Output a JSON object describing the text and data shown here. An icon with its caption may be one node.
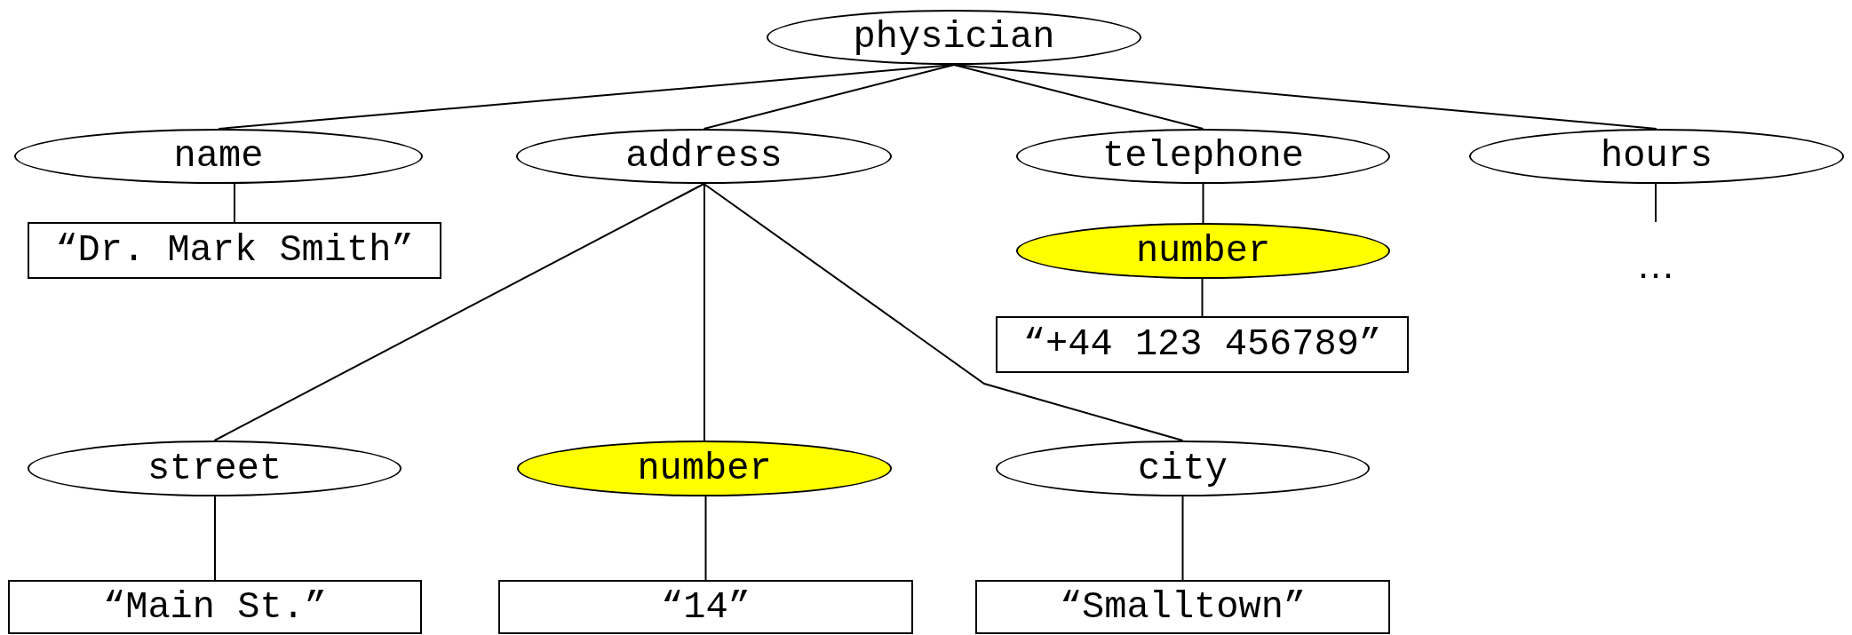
{
  "diagram": {
    "nodes": [
      {
        "text": [
          "physician"
        ]
      },
      {
        "text": [
          "name"
        ]
      },
      {
        "text": [
          "address"
        ]
      },
      {
        "text": [
          "telephone"
        ]
      },
      {
        "text": [
          "hours"
        ]
      },
      {
        "text": [
          "“Dr. Mark Smith”"
        ]
      },
      {
        "text": [
          "number"
        ]
      },
      {
        "text": [
          "…"
        ]
      },
      {
        "text": [
          "“+44 123 456789”"
        ]
      },
      {
        "text": [
          "street"
        ]
      },
      {
        "text": [
          "number"
        ]
      },
      {
        "text": [
          "city"
        ]
      },
      {
        "text": [
          "“Main St.”"
        ]
      },
      {
        "text": [
          "“14”"
        ]
      },
      {
        "text": [
          "“Smalltown”"
        ]
      }
    ],
    "edges": [
      {
        "from": 0,
        "to": 1,
        "arrow": "none"
      },
      {
        "from": 0,
        "to": 2,
        "arrow": "none"
      },
      {
        "from": 0,
        "to": 3,
        "arrow": "none"
      },
      {
        "from": 0,
        "to": 4,
        "arrow": "none"
      },
      {
        "from": 1,
        "to": 5,
        "arrow": "none"
      },
      {
        "from": 3,
        "to": 6,
        "arrow": "none"
      },
      {
        "from": 6,
        "to": 8,
        "arrow": "none"
      },
      {
        "from": 4,
        "to": 7,
        "arrow": "none"
      },
      {
        "from": 2,
        "to": 9,
        "arrow": "none"
      },
      {
        "from": 2,
        "to": 10,
        "arrow": "none"
      },
      {
        "from": 2,
        "to": 11,
        "arrow": "none"
      },
      {
        "from": 9,
        "to": 12,
        "arrow": "none"
      },
      {
        "from": 10,
        "to": 13,
        "arrow": "none"
      },
      {
        "from": 11,
        "to": 14,
        "arrow": "none"
      }
    ]
  }
}
